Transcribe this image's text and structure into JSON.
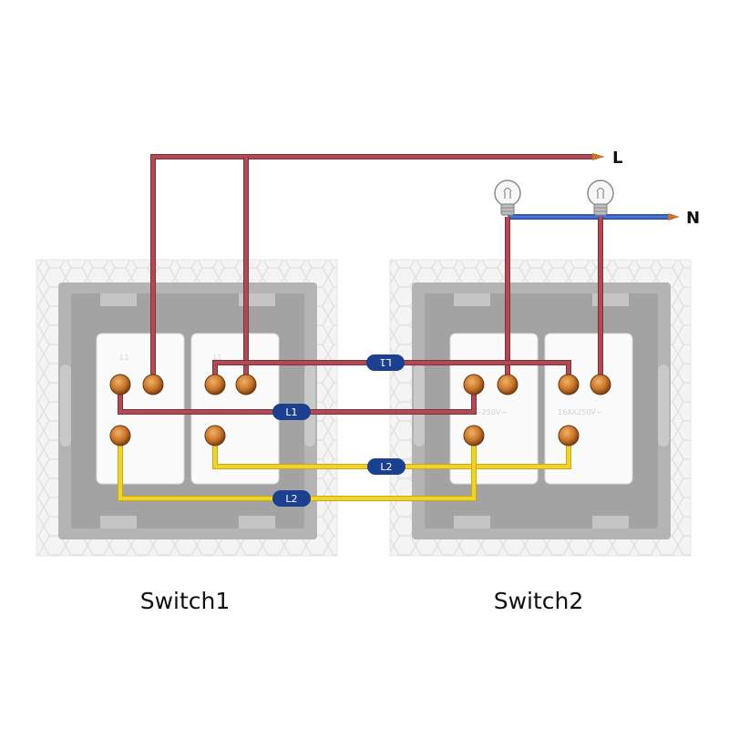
{
  "terminals": {
    "line": "L",
    "neutral": "N"
  },
  "captions": {
    "switch1": "Switch1",
    "switch2": "Switch2"
  },
  "wire_labels": {
    "l1_top": "L1",
    "l1_mid": "L1",
    "l2_upper": "L2",
    "l2_lower": "L2"
  },
  "module_print": {
    "contact_a": "L1",
    "contact_b": "L1",
    "rating_a": "~250V~",
    "rating_b": "16AX250V~"
  },
  "colors": {
    "live_wire": "#b24a55",
    "live_wire_dark": "#7e2f38",
    "neutral_wire": "#3d63c9",
    "switched_wire": "#f1d32a",
    "badge": "#1d3f8f",
    "plate": "#f2f2f2",
    "frame": "#a9a9a9",
    "module": "#fbfbfb",
    "screw": "#c9762a"
  },
  "icons": [
    "light-bulb-icon",
    "light-bulb-icon"
  ]
}
